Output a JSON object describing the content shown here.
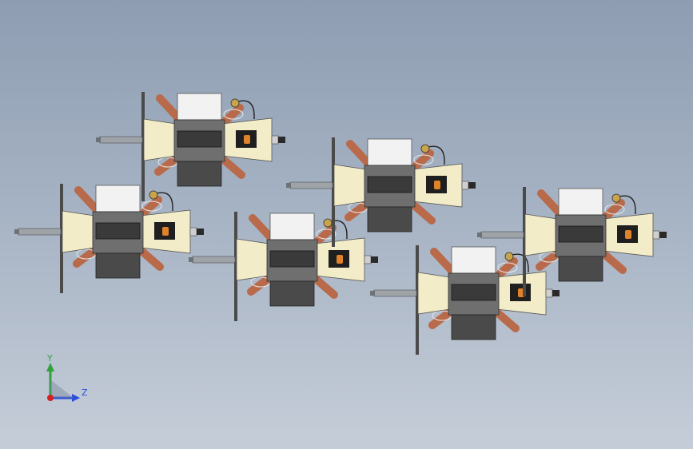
{
  "viewport": {
    "name": "3D CAD viewport",
    "background_top": "#8e9db2",
    "background_bottom": "#c5cdd8"
  },
  "assembly": {
    "part_count": 6,
    "colors": {
      "body_dark": "#3a3a3a",
      "body_mid": "#6f6f6f",
      "body_light": "#f2f2f2",
      "housing": "#f3ecc8",
      "pipe": "#b86a4a",
      "shaft": "#9ea3a8",
      "terminal": "#e0822a"
    }
  },
  "triad": {
    "y_label": "Y",
    "z_label": "Z",
    "y_color": "#2fa33a",
    "z_color": "#2a4fd8",
    "origin_color": "#d32020"
  }
}
